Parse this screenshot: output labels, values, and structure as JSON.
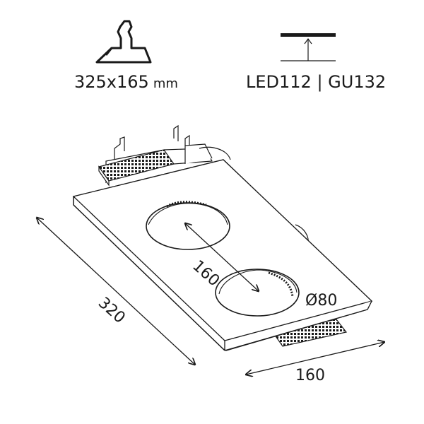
{
  "header": {
    "cutout_value": "325x165",
    "cutout_unit": "mm",
    "lamp_types": "LED112 | GU132"
  },
  "dimensions": {
    "length": "320",
    "width": "160",
    "spacing": "160",
    "diameter": "Ø80"
  },
  "colors": {
    "line": "#1a1a1a",
    "background": "#ffffff"
  },
  "icons": [
    "ceiling-cutout-icon",
    "ceiling-mount-icon"
  ]
}
